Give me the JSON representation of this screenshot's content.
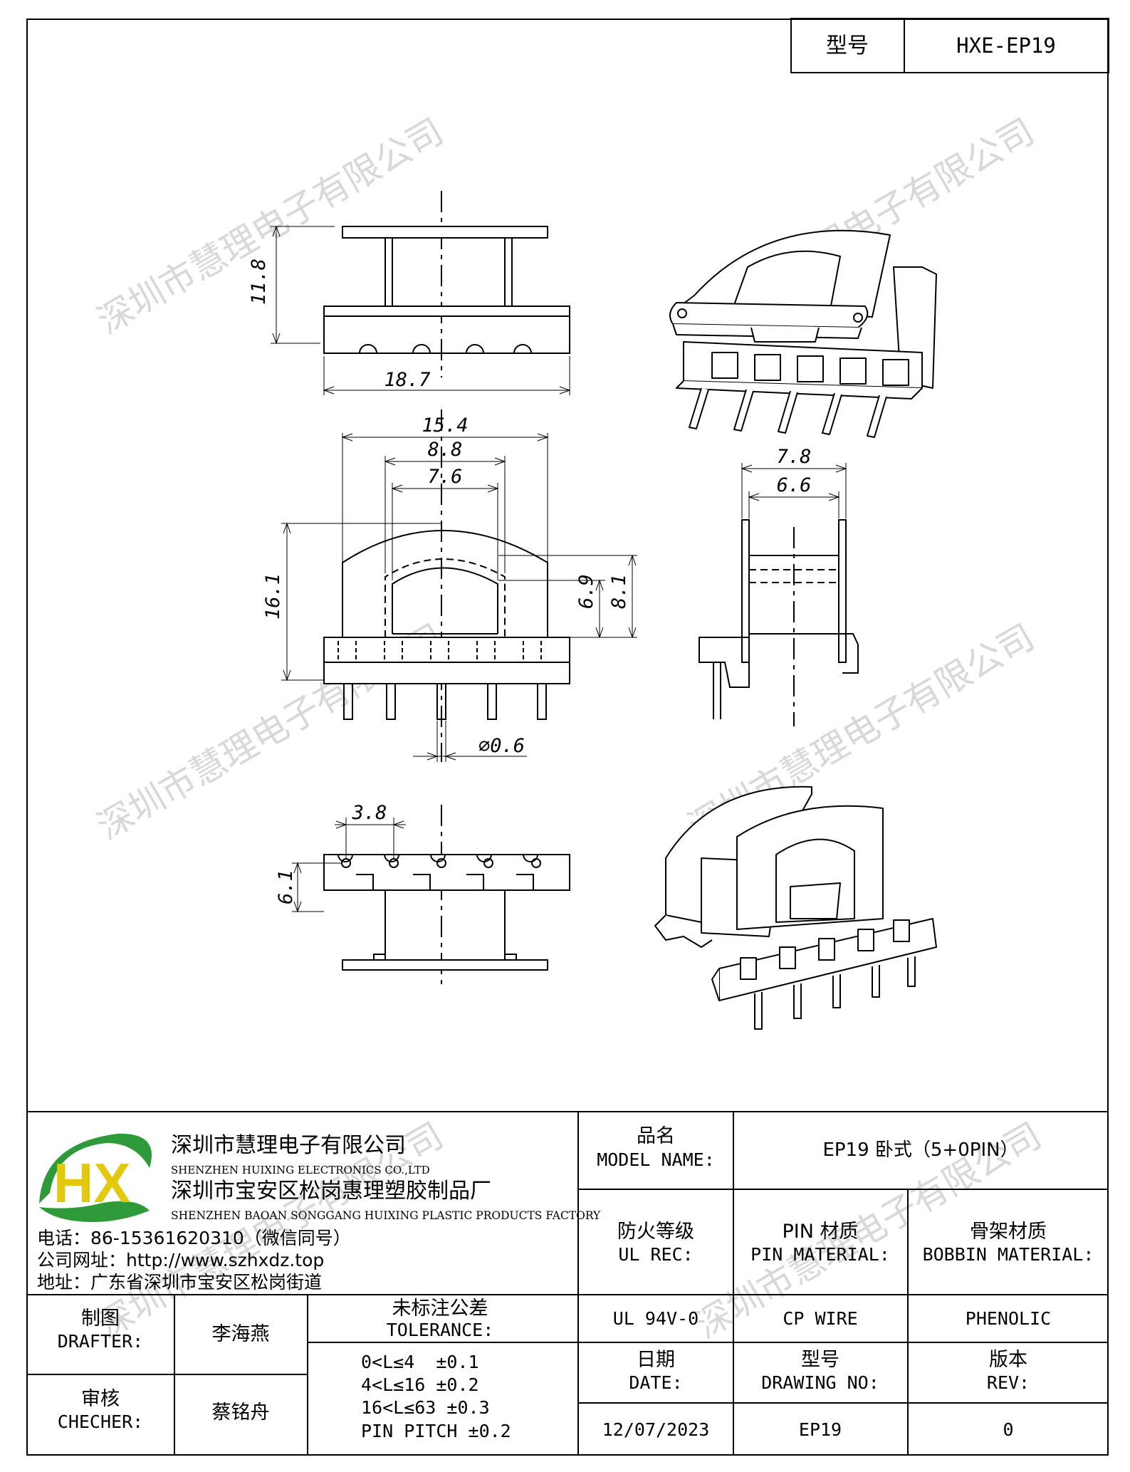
{
  "header": {
    "model_label": "型号",
    "model_value": "HXE-EP19"
  },
  "watermark": {
    "text": "深圳市慧理电子有限公司"
  },
  "dimensions": {
    "top_height": "11.8",
    "top_width": "18.7",
    "front_outer_width": "15.4",
    "front_mid_width": "8.8",
    "front_inner_width": "7.6",
    "front_height": "16.1",
    "window_height_inner": "6.9",
    "window_height_outer": "8.1",
    "pin_diameter": "⌀0.6",
    "side_outer_width": "7.8",
    "side_inner_width": "6.6",
    "bottom_pitch": "3.8",
    "bottom_height": "6.1"
  },
  "company": {
    "logo_letters": "HX",
    "name_cn": "深圳市慧理电子有限公司",
    "name_en": "SHENZHEN HUIXING ELECTRONICS CO.,LTD",
    "factory_cn": "深圳市宝安区松岗惠理塑胶制品厂",
    "factory_en": "SHENZHEN BAOAN SONGGANG HUIXING PLASTIC PRODUCTS FACTORY",
    "phone": "电话：86-15361620310（微信同号）",
    "website": "公司网址：http://www.szhxdz.top",
    "address": "地址：广东省深圳市宝安区松岗街道"
  },
  "title_block": {
    "model_name_cn": "品名",
    "model_name_en": "MODEL NAME:",
    "model_name_value": "EP19 卧式（5+0PIN）",
    "fire_cn": "防火等级",
    "fire_en": "UL REC:",
    "pin_mat_cn": "PIN 材质",
    "pin_mat_en": "PIN MATERIAL:",
    "bobbin_mat_cn": "骨架材质",
    "bobbin_mat_en": "BOBBIN MATERIAL:",
    "fire_value": "UL 94V-0",
    "pin_mat_value": "CP WIRE",
    "bobbin_mat_value": "PHENOLIC",
    "drafter_cn": "制图",
    "drafter_en": "DRAFTER:",
    "drafter_value": "李海燕",
    "checker_cn": "审核",
    "checker_en": "CHECHER:",
    "checker_value": "蔡铭舟",
    "tolerance_cn": "未标注公差",
    "tolerance_en": "TOLERANCE:",
    "tolerances": [
      "0<L≤4  ±0.1",
      "4<L≤16 ±0.2",
      "16<L≤63 ±0.3",
      "PIN PITCH ±0.2"
    ],
    "date_cn": "日期",
    "date_en": "DATE:",
    "date_value": "12/07/2023",
    "drawing_cn": "型号",
    "drawing_en": "DRAWING NO:",
    "drawing_value": "EP19",
    "rev_cn": "版本",
    "rev_en": "REV:",
    "rev_value": "0"
  }
}
